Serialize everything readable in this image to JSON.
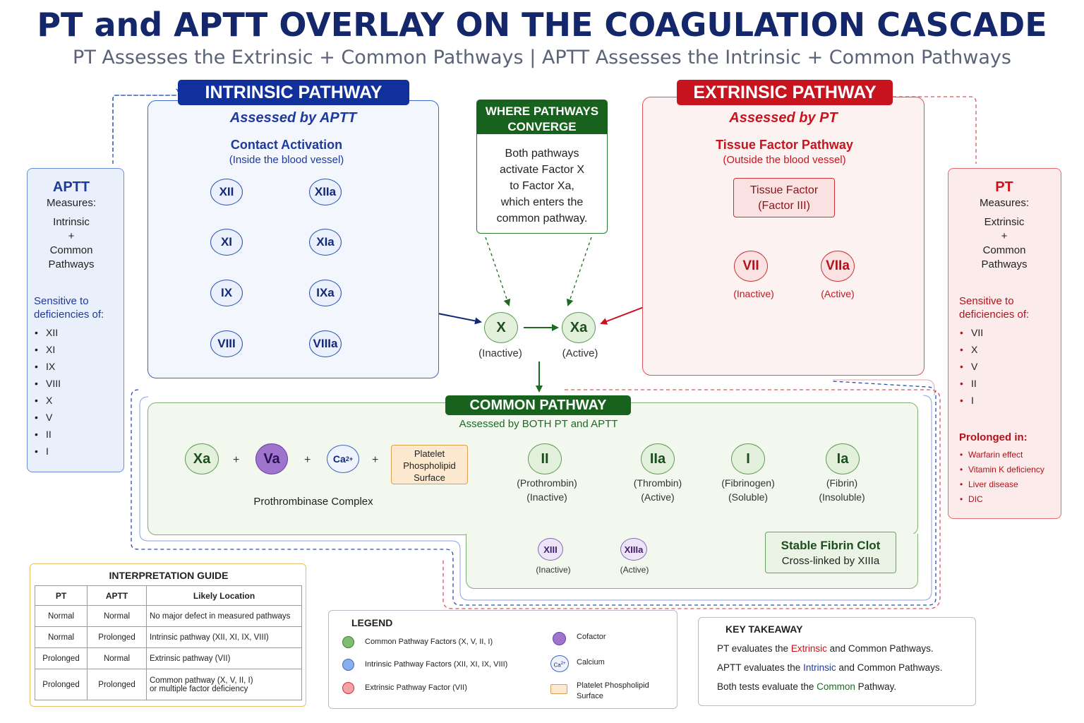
{
  "header": {
    "title": "PT and APTT OVERLAY ON THE COAGULATION CASCADE",
    "subtitle": "PT Assesses the Extrinsic + Common Pathways  |  APTT Assesses the Intrinsic + Common Pathways"
  },
  "intrinsic": {
    "banner": "INTRINSIC PATHWAY",
    "assessed": "Assessed by APTT",
    "heading": "Contact Activation",
    "note": "(Inside the blood vessel)",
    "factors": {
      "xii": "XII",
      "xiia": "XIIa",
      "xi": "XI",
      "xia": "XIa",
      "ix": "IX",
      "ixa": "IXa",
      "viii": "VIII",
      "viiia": "VIIIa"
    }
  },
  "extrinsic": {
    "banner": "EXTRINSIC PATHWAY",
    "assessed": "Assessed by PT",
    "heading": "Tissue Factor Pathway",
    "note": "(Outside the blood vessel)",
    "tissue_factor": {
      "line1": "Tissue Factor",
      "line2": "(Factor III)"
    },
    "vii": "VII",
    "viia": "VIIa",
    "vii_caption": "(Inactive)",
    "viia_caption": "(Active)"
  },
  "converge": {
    "banner_line1": "WHERE PATHWAYS",
    "banner_line2": "CONVERGE",
    "text": [
      "Both pathways",
      "activate Factor X",
      "to Factor Xa,",
      "which enters the",
      "common pathway."
    ]
  },
  "factor_x": {
    "x": "X",
    "xa": "Xa",
    "x_caption": "(Inactive)",
    "xa_caption": "(Active)"
  },
  "common": {
    "banner": "COMMON PATHWAY",
    "assessed": "Assessed by BOTH PT and APTT",
    "xa": "Xa",
    "va": "Va",
    "ca_base": "Ca",
    "ca_sup": "2+",
    "plus": "+",
    "platelet": [
      "Platelet",
      "Phospholipid",
      "Surface"
    ],
    "prothrombinase": "Prothrombinase Complex",
    "ii": "II",
    "iia": "IIa",
    "i": "I",
    "ia": "Ia",
    "ii_caption": [
      "(Prothrombin)",
      "(Inactive)"
    ],
    "iia_caption": [
      "(Thrombin)",
      "(Active)"
    ],
    "i_caption": [
      "(Fibrinogen)",
      "(Soluble)"
    ],
    "ia_caption": [
      "(Fibrin)",
      "(Insoluble)"
    ],
    "xiii": "XIII",
    "xiiia": "XIIIa",
    "xiii_caption": "(Inactive)",
    "xiiia_caption": "(Active)",
    "clot_title": "Stable Fibrin Clot",
    "clot_sub": "Cross-linked by XIIIa"
  },
  "aptt_panel": {
    "title": "APTT",
    "measures": "Measures:",
    "measures_list": [
      "Intrinsic",
      "+",
      "Common",
      "Pathways"
    ],
    "sensitive": [
      "Sensitive to",
      "deficiencies of:"
    ],
    "bullet": "•",
    "factors": [
      "XII",
      "XI",
      "IX",
      "VIII",
      "X",
      "V",
      "II",
      "I"
    ]
  },
  "pt_panel": {
    "title": "PT",
    "measures": "Measures:",
    "measures_list": [
      "Extrinsic",
      "+",
      "Common",
      "Pathways"
    ],
    "sensitive": [
      "Sensitive to",
      "deficiencies of:"
    ],
    "bullet": "•",
    "factors": [
      "VII",
      "X",
      "V",
      "II",
      "I"
    ],
    "prolonged_title": "Prolonged in:",
    "prolonged": [
      "Warfarin effect",
      "Vitamin K deficiency",
      "Liver disease",
      "DIC"
    ]
  },
  "guide": {
    "title": "INTERPRETATION GUIDE",
    "headers": [
      "PT",
      "APTT",
      "Likely Location"
    ],
    "rows": [
      [
        "Normal",
        "Normal",
        "No major defect in measured pathways",
        ""
      ],
      [
        "Normal",
        "Prolonged",
        "Intrinsic pathway (XII, XI, IX, VIII)",
        ""
      ],
      [
        "Prolonged",
        "Normal",
        "Extrinsic pathway (VII)",
        ""
      ],
      [
        "Prolonged",
        "Prolonged",
        "Common pathway (X, V, II, I)",
        "or multiple factor deficiency"
      ]
    ]
  },
  "legend": {
    "title": "LEGEND",
    "common": "Common Pathway Factors (X, V, II, I)",
    "intrinsic": "Intrinsic Pathway Factors (XII, XI, IX, VIII)",
    "extrinsic": "Extrinsic Pathway Factor (VII)",
    "cofactor": "Cofactor",
    "calcium": "Calcium",
    "calcium_icon": "Ca",
    "calcium_sup": "2+",
    "platelet": [
      "Platelet Phospholipid",
      "Surface"
    ]
  },
  "takeaway": {
    "title": "KEY TAKEAWAY",
    "line1": {
      "a": "PT evaluates the ",
      "b": "Extrinsic",
      "c": " and Common Pathways."
    },
    "line2": {
      "a": "APTT evaluates the ",
      "b": "Intrinsic",
      "c": " and Common Pathways."
    },
    "line3": {
      "a": "Both tests evaluate the ",
      "b": "Common",
      "c": " Pathway."
    }
  },
  "colors": {
    "intrinsic": "#11309c",
    "extrinsic": "#c8141e",
    "common": "#17621c",
    "title": "#14276b"
  },
  "icons": {
    "arrow": "arrow-icon",
    "bullet": "bullet-icon"
  }
}
